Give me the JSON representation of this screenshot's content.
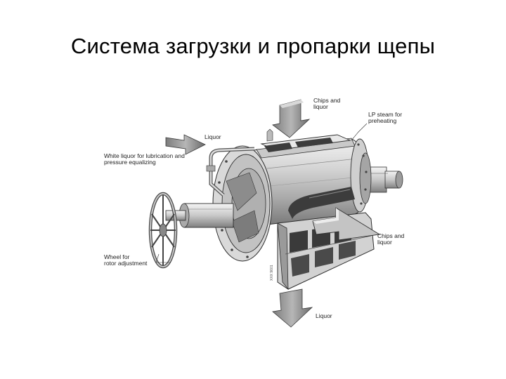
{
  "slide": {
    "title": "Система загрузки и пропарки щепы"
  },
  "diagram": {
    "labels": {
      "chips_liquor_in": "Chips and\nliquor",
      "lp_steam": "LP steam for\npreheating",
      "liquor_top": "Liquor",
      "white_liquor": "White liquor for lubrication and\npressure equalizing",
      "chips_liquor_out": "Chips and\nliquor",
      "wheel": "Wheel for\nrotor adjustment",
      "liquor_bottom": "Liquor"
    },
    "image_code": "XXX 9601"
  },
  "colors": {
    "title": "#000000",
    "metal_light": "#e2e2e2",
    "metal_mid": "#bdbdbd",
    "metal_dark": "#6e6e6e",
    "arrow": "#9a9a9a"
  }
}
